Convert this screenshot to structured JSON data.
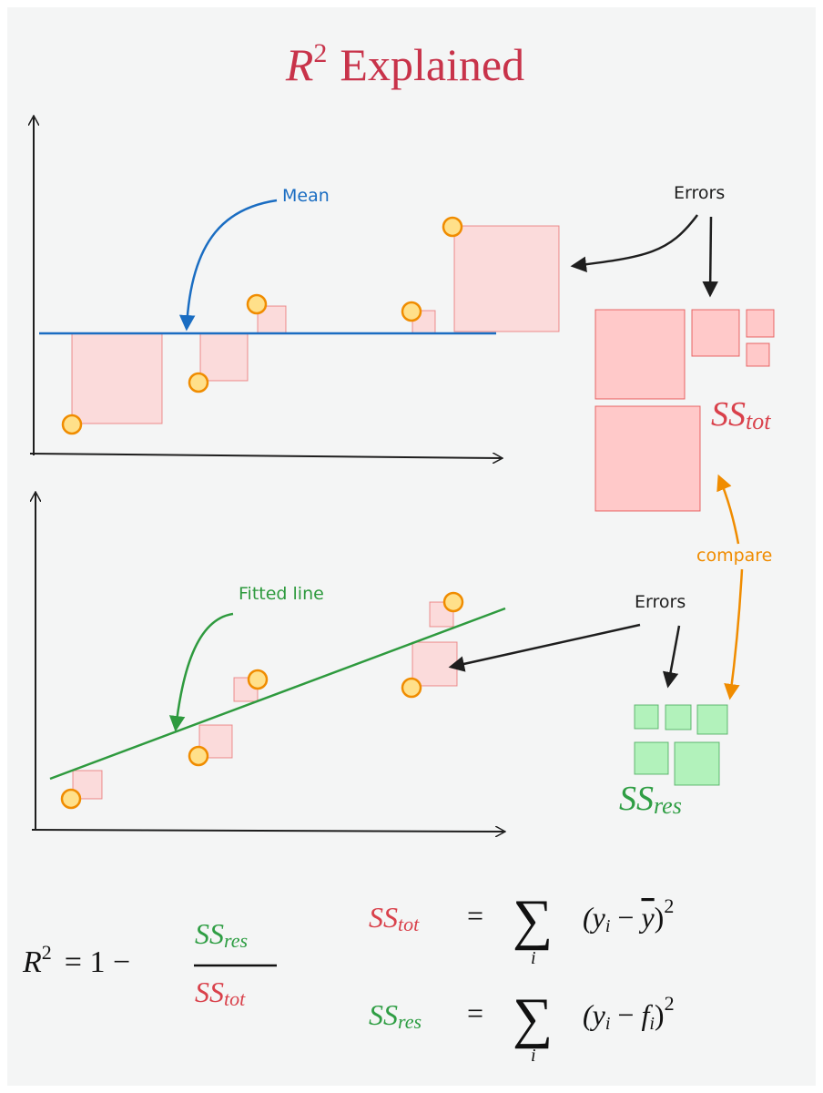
{
  "title": {
    "main": "R",
    "sup": "2",
    "rest": "Explained"
  },
  "colors": {
    "background": "#f4f5f5",
    "title": "#c8334a",
    "mean": "#1a6dc2",
    "fit": "#2e9a3e",
    "compare": "#f08c00",
    "tot": "#d9414b",
    "res": "#2f9e44",
    "point": "#f59f00"
  },
  "top_plot": {
    "mean_label": "Mean",
    "errors_label": "Errors"
  },
  "bottom_plot": {
    "fit_label": "Fitted line",
    "errors_label": "Errors"
  },
  "compare_label": "compare",
  "ss_tot": {
    "base": "SS",
    "sub": "tot"
  },
  "ss_res": {
    "base": "SS",
    "sub": "res"
  },
  "formulas": {
    "r2": {
      "lhs": "R",
      "sup": "2",
      "eq": "= 1 −"
    },
    "eq": "=",
    "sigma": "∑",
    "index": "i",
    "tot_rhs": {
      "open": "(y",
      "i": "i",
      "minus": " − ",
      "ybar": "y",
      "close": ")",
      "sup": "2"
    },
    "res_rhs": {
      "open": "(y",
      "i": "i",
      "minus": " − ",
      "f": "f",
      "fi": "i",
      "close": ")",
      "sup": "2"
    }
  }
}
